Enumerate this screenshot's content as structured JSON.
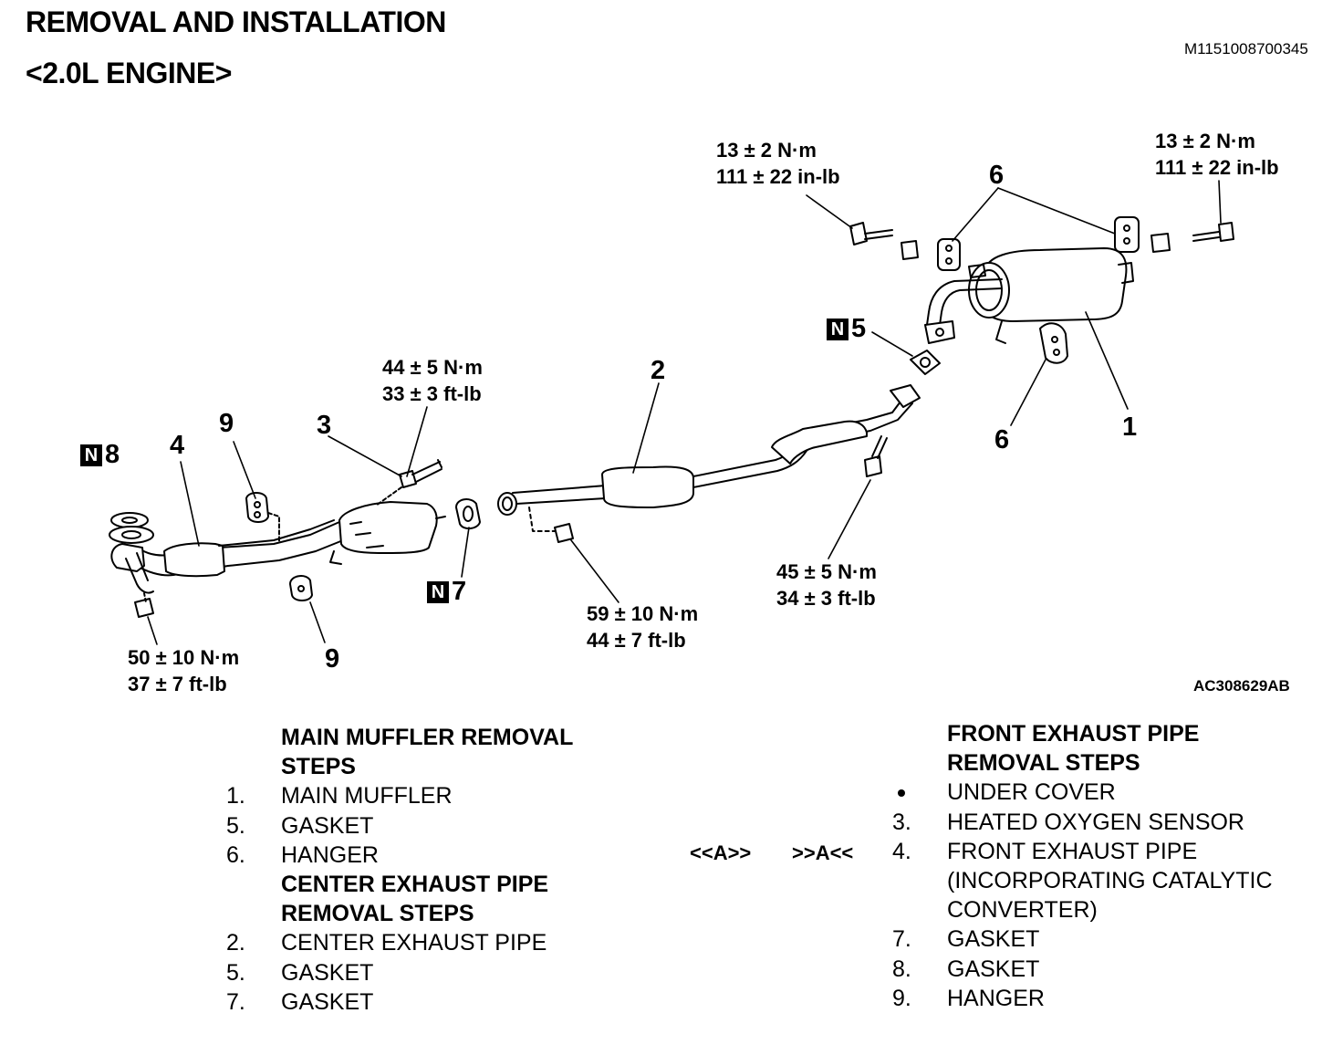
{
  "title_line1": "REMOVAL AND INSTALLATION",
  "title_line2": "<2.0L ENGINE>",
  "doc_id": "M1151008700345",
  "figure_id": "AC308629AB",
  "torques": {
    "t_top_mid": [
      "13 ± 2 N·m",
      "111 ± 22 in-lb"
    ],
    "t_top_right": [
      "13 ± 2 N·m",
      "111 ± 22 in-lb"
    ],
    "t_sensor": [
      "44 ± 5 N·m",
      "33 ± 3 ft-lb"
    ],
    "t_front_nut": [
      "50 ± 10 N·m",
      "37 ± 7 ft-lb"
    ],
    "t_center_nut": [
      "59 ± 10 N·m",
      "44 ± 7 ft-lb"
    ],
    "t_center_bolt": [
      "45 ± 5 N·m",
      "34 ± 3 ft-lb"
    ]
  },
  "callouts": {
    "c1": "1",
    "c2": "2",
    "c3": "3",
    "c4": "4",
    "c6_top": "6",
    "c6_low": "6",
    "c9_top": "9",
    "c9_low": "9",
    "n5": "5",
    "n7": "7",
    "n8": "8",
    "n_badge": "N"
  },
  "left_steps": [
    {
      "num": "",
      "text": "MAIN MUFFLER REMOVAL",
      "header": true
    },
    {
      "num": "",
      "text": "STEPS",
      "header": true
    },
    {
      "num": "1.",
      "text": "MAIN MUFFLER",
      "header": false
    },
    {
      "num": "5.",
      "text": "GASKET",
      "header": false
    },
    {
      "num": "6.",
      "text": "HANGER",
      "header": false
    },
    {
      "num": "",
      "text": "CENTER EXHAUST PIPE",
      "header": true
    },
    {
      "num": "",
      "text": "REMOVAL STEPS",
      "header": true
    },
    {
      "num": "2.",
      "text": "CENTER EXHAUST PIPE",
      "header": false
    },
    {
      "num": "5.",
      "text": "GASKET",
      "header": false
    },
    {
      "num": "7.",
      "text": "GASKET",
      "header": false
    }
  ],
  "right_steps": [
    {
      "num": "",
      "text": "FRONT EXHAUST PIPE",
      "header": true
    },
    {
      "num": "",
      "text": "REMOVAL STEPS",
      "header": true
    },
    {
      "num": "•",
      "text": "UNDER COVER",
      "header": false
    },
    {
      "num": "3.",
      "text": "HEATED OXYGEN SENSOR",
      "header": false
    },
    {
      "num": "4.",
      "text": "FRONT EXHAUST PIPE",
      "header": false
    },
    {
      "num": "",
      "text": "(INCORPORATING CATALYTIC",
      "header": false
    },
    {
      "num": "",
      "text": "CONVERTER)",
      "header": false
    },
    {
      "num": "7.",
      "text": "GASKET",
      "header": false
    },
    {
      "num": "8.",
      "text": "GASKET",
      "header": false
    },
    {
      "num": "9.",
      "text": "HANGER",
      "header": false
    }
  ],
  "ref_left": "<<A>>",
  "ref_right": ">>A<<"
}
